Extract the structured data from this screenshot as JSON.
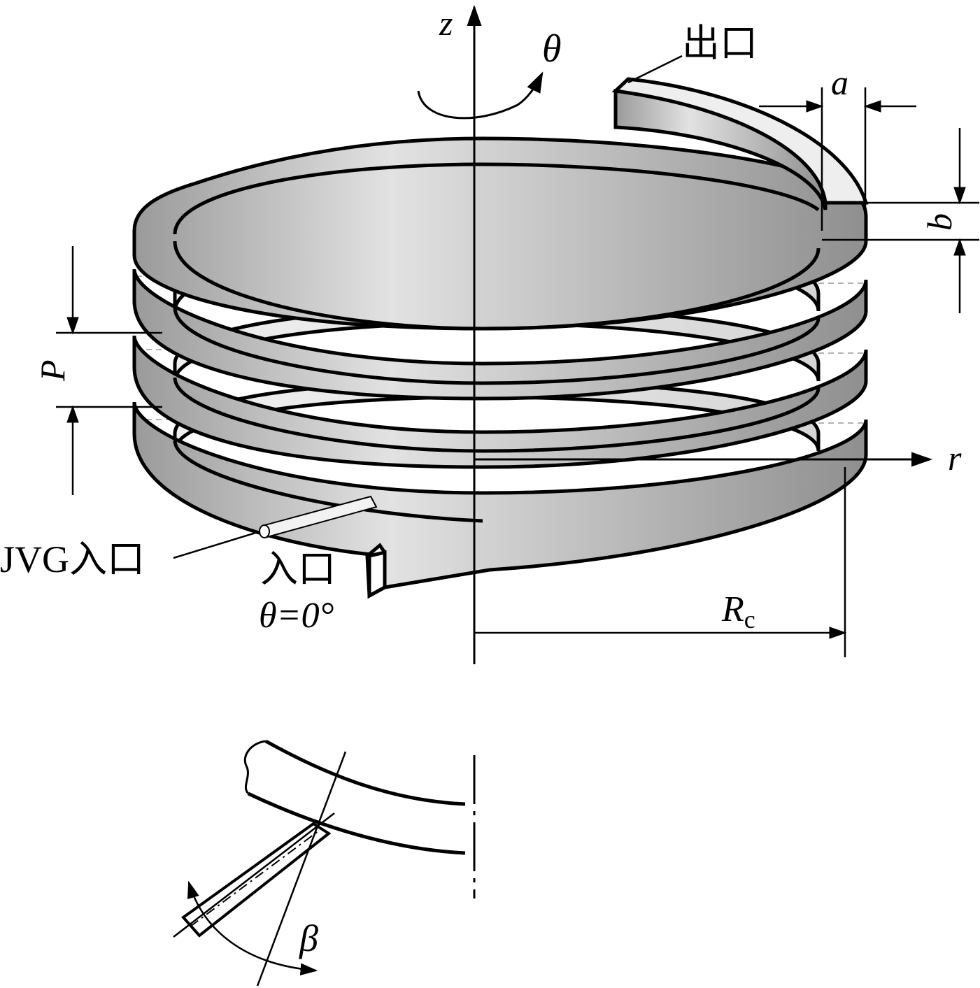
{
  "labels": {
    "z_axis": "z",
    "r_axis": "r",
    "theta": "θ",
    "outlet": "出口",
    "a": "a",
    "b": "b",
    "p": "P",
    "jvg_inlet": "JVG入口",
    "inlet": "入口",
    "inlet_angle": "θ=0°",
    "rc": "R",
    "rc_sub": "c",
    "beta": "β"
  },
  "colors": {
    "line": "#000000",
    "coil_light": "#e6e6e6",
    "coil_mid": "#c4c4c4",
    "coil_dark": "#9a9a9a",
    "background": "#ffffff"
  },
  "coil": {
    "turns": 4
  }
}
